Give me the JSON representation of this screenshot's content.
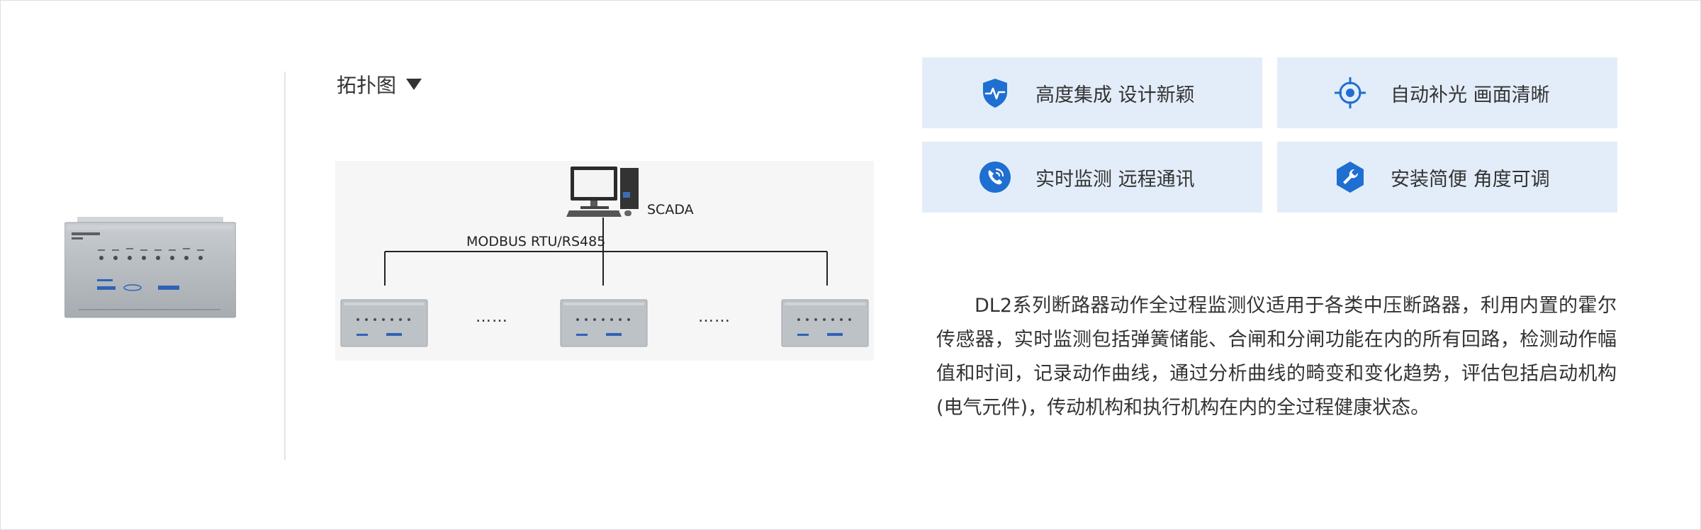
{
  "topology": {
    "title": "拓扑图",
    "pc_label": "SCADA",
    "bus_label": "MODBUS RTU/RS485",
    "ellipsis": "……"
  },
  "features": [
    {
      "icon": "shield-pulse-icon",
      "label": "高度集成 设计新颖"
    },
    {
      "icon": "target-crosshair-icon",
      "label": "自动补光 画面清晰"
    },
    {
      "icon": "phone-signal-icon",
      "label": "实时监测 远程通讯"
    },
    {
      "icon": "wrench-icon",
      "label": "安装简便 角度可调"
    }
  ],
  "description": "DL2系列断路器动作全过程监测仪适用于各类中压断路器，利用内置的霍尔传感器，实时监测包括弹簧储能、合闸和分闸功能在内的所有回路，检测动作幅值和时间，记录动作曲线，通过分析曲线的畸变和变化趋势，评估包括启动机构(电气元件)，传动机构和执行机构在内的全过程健康状态。",
  "colors": {
    "accent": "#1e6fd1",
    "card_bg": "#e3edf9",
    "text": "#333333"
  }
}
